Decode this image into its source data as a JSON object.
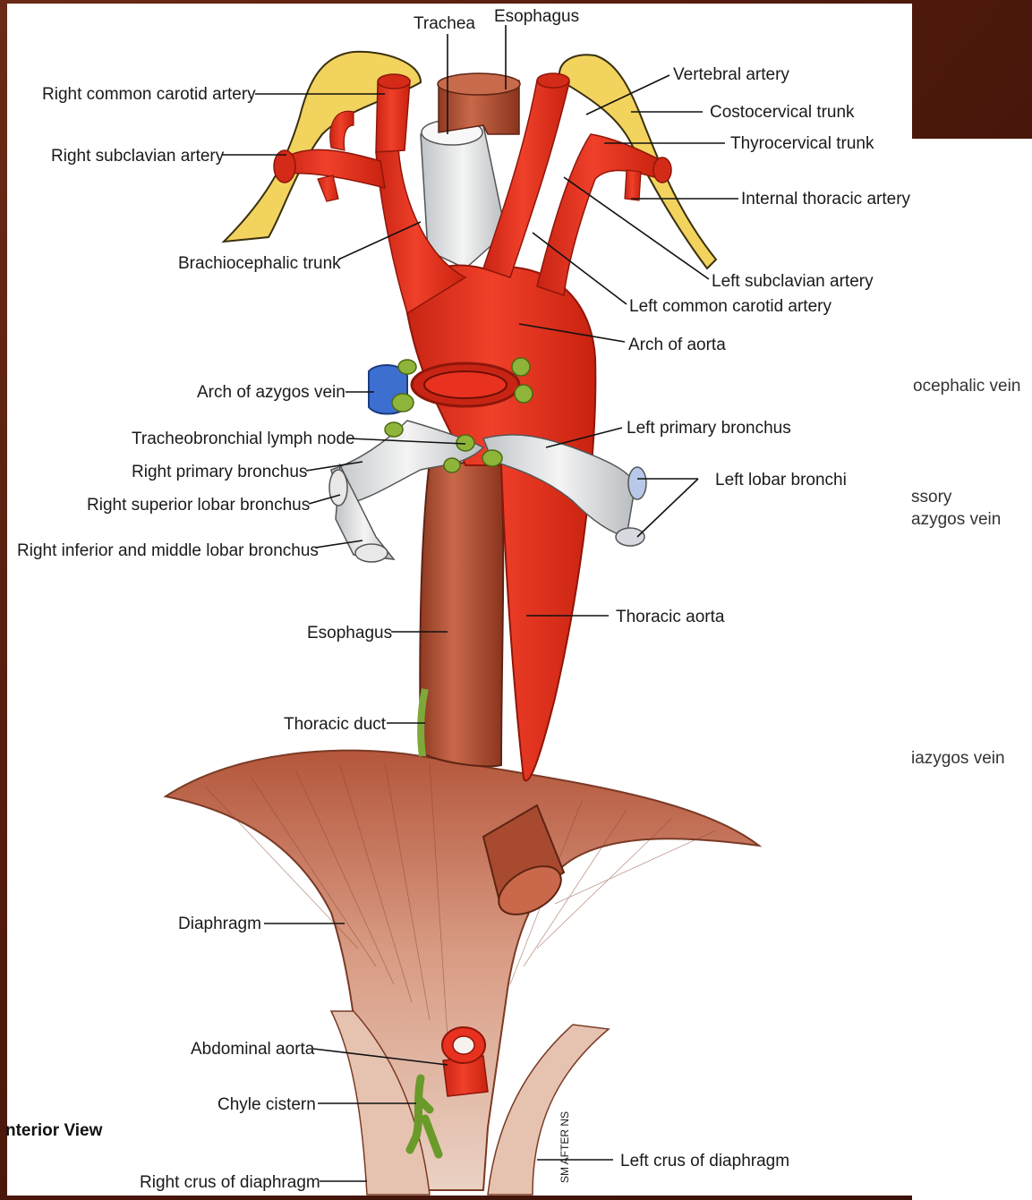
{
  "labels": {
    "trachea": "Trachea",
    "esophagus_top": "Esophagus",
    "right_common_carotid": "Right common carotid artery",
    "right_subclavian": "Right subclavian artery",
    "brachiocephalic": "Brachiocephalic trunk",
    "vertebral": "Vertebral artery",
    "costocervical": "Costocervical trunk",
    "thyrocervical": "Thyrocervical trunk",
    "internal_thoracic": "Internal thoracic artery",
    "left_subclavian": "Left subclavian artery",
    "left_common_carotid": "Left common carotid artery",
    "arch_aorta": "Arch of aorta",
    "arch_azygos": "Arch of azygos vein",
    "tracheobronchial": "Tracheobronchial lymph node",
    "right_primary_bronchus": "Right primary bronchus",
    "right_superior_lobar": "Right superior lobar bronchus",
    "right_inferior_middle": "Right inferior and middle lobar bronchus",
    "left_primary_bronchus": "Left primary bronchus",
    "left_lobar_bronchi": "Left lobar bronchi",
    "esophagus_mid": "Esophagus",
    "thoracic_aorta": "Thoracic aorta",
    "thoracic_duct": "Thoracic duct",
    "diaphragm": "Diaphragm",
    "abdominal_aorta": "Abdominal aorta",
    "chyle_cistern": "Chyle cistern",
    "right_crus": "Right crus of diaphragm",
    "left_crus": "Left crus of diaphragm",
    "view_caption": "nterior View"
  },
  "background_fragments": {
    "brachiocephalic_vein": "ocephalic vein",
    "accessory_line1": "ssory",
    "accessory_line2": "azygos vein",
    "hemiazygos": "iazygos vein"
  },
  "signature": "SM AFTER NS",
  "colors": {
    "artery": "#e8321f",
    "artery_dark": "#b81c10",
    "esophagus": "#b8553a",
    "trachea": "#dcdcdc",
    "vein": "#3d6fd0",
    "lymph": "#8fb43a",
    "clavicle": "#f0d060",
    "diaphragm": "#d9a58c",
    "background": "#5a1f10"
  }
}
